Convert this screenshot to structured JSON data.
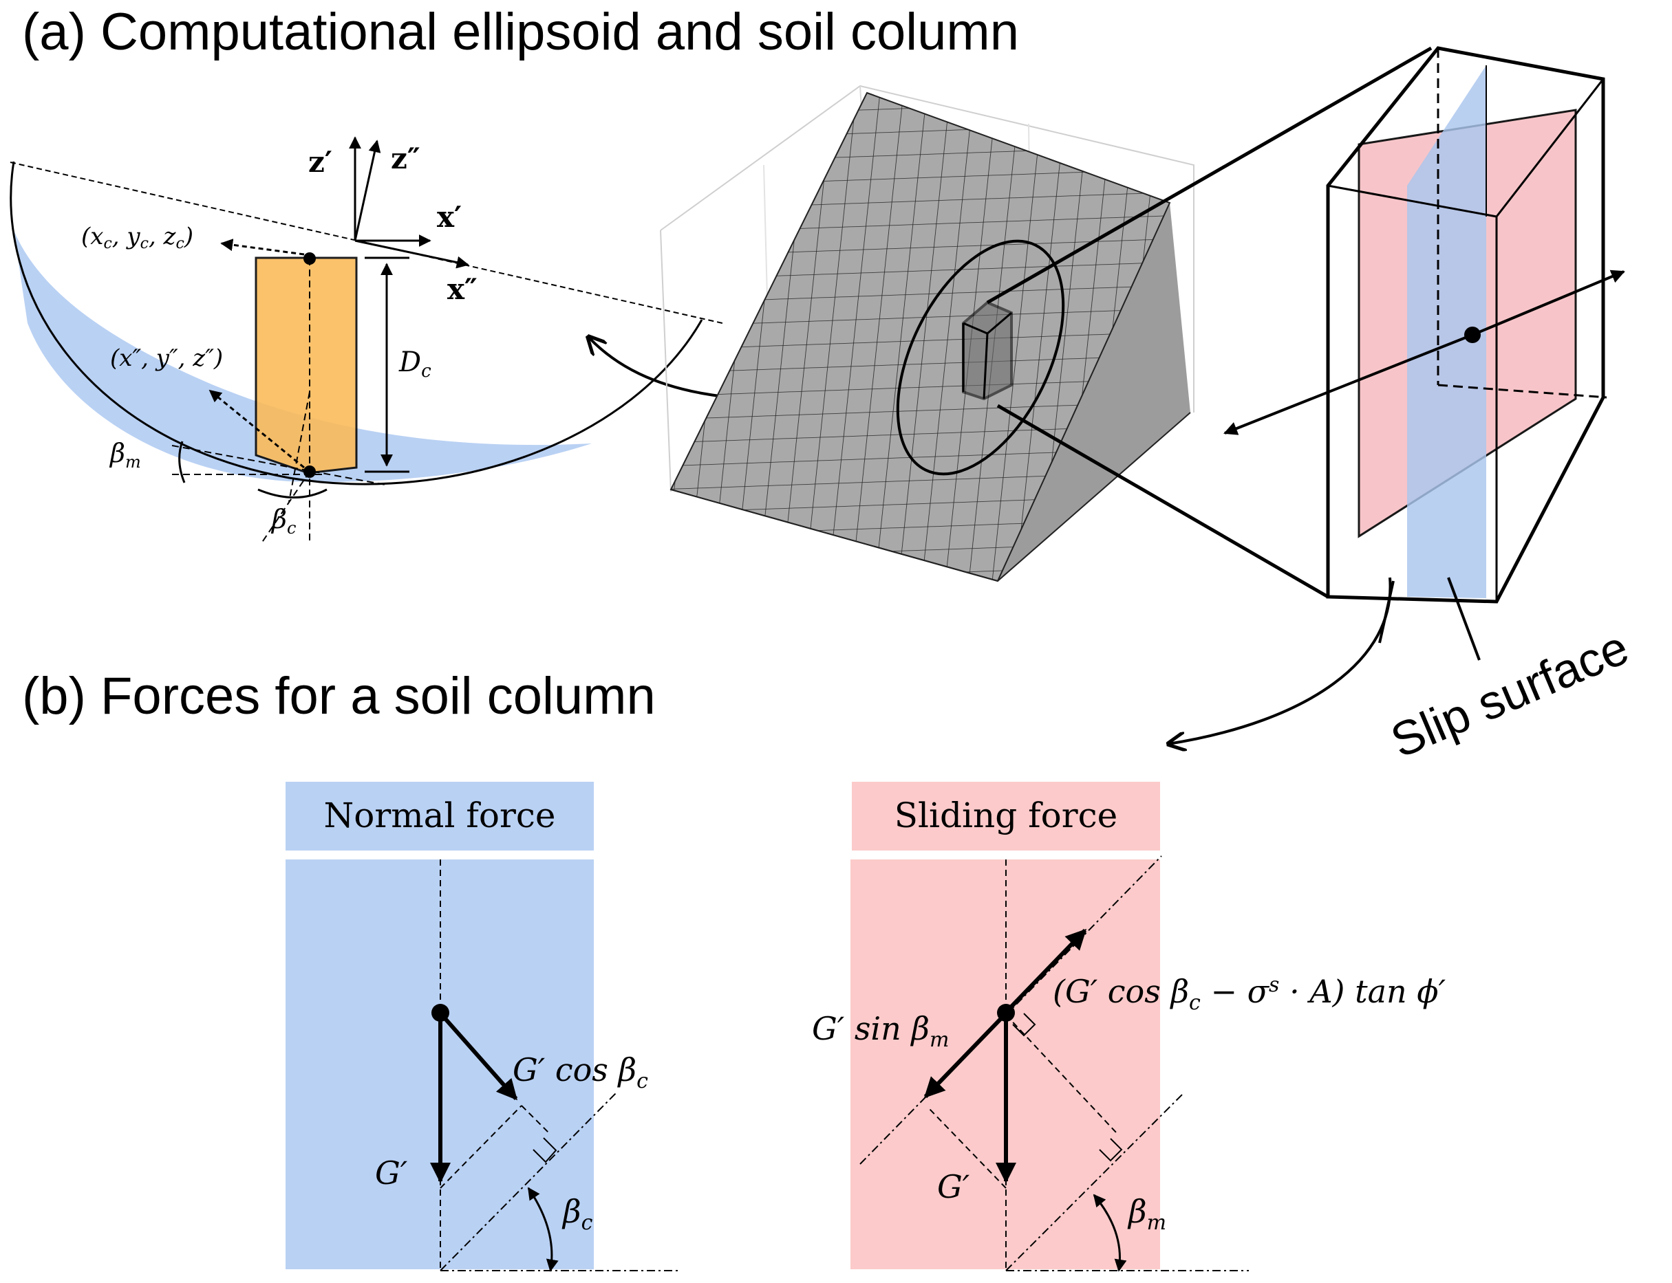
{
  "panel_a": {
    "title": "(a) Computational ellipsoid and soil column",
    "axis_z_prime": "z′",
    "axis_z_dprime": "z″",
    "axis_x_prime": "x′",
    "axis_x_dprime": "x″",
    "center_point_label": "(x_c, y_c, z_c)",
    "bottom_point_label": "(x″, y″, z″)",
    "depth_label": "D",
    "depth_subscript": "c",
    "beta_m_label": "β",
    "beta_m_sub": "m",
    "beta_c_label": "β",
    "beta_c_sub": "c",
    "slip_surface_label": "Slip surface"
  },
  "panel_b": {
    "title": "(b) Forces for a soil column",
    "normal_header": "Normal force",
    "sliding_header": "Sliding force",
    "normal_component_label": "G′ cos β",
    "normal_component_sub": "c",
    "normal_weight_label": "G′",
    "normal_angle_label": "β",
    "normal_angle_sub": "c",
    "sliding_component_label": "G′ sin β",
    "sliding_component_sub": "m",
    "resisting_label": "(G′ cos β",
    "resisting_sub": "c",
    "resisting_rest": " − σ",
    "resisting_sup": "s",
    "resisting_end": " · A) tan ϕ′",
    "sliding_weight_label": "G′",
    "sliding_angle_label": "β",
    "sliding_angle_sub": "m"
  },
  "colors": {
    "blue_fill": "#b9d1f3",
    "pink_fill": "#fccaca",
    "orange_fill": "#fbba57",
    "grid_gray": "#a9a9a9",
    "column_blue": "#a9c6ee",
    "column_pink": "#f7bfc4"
  }
}
